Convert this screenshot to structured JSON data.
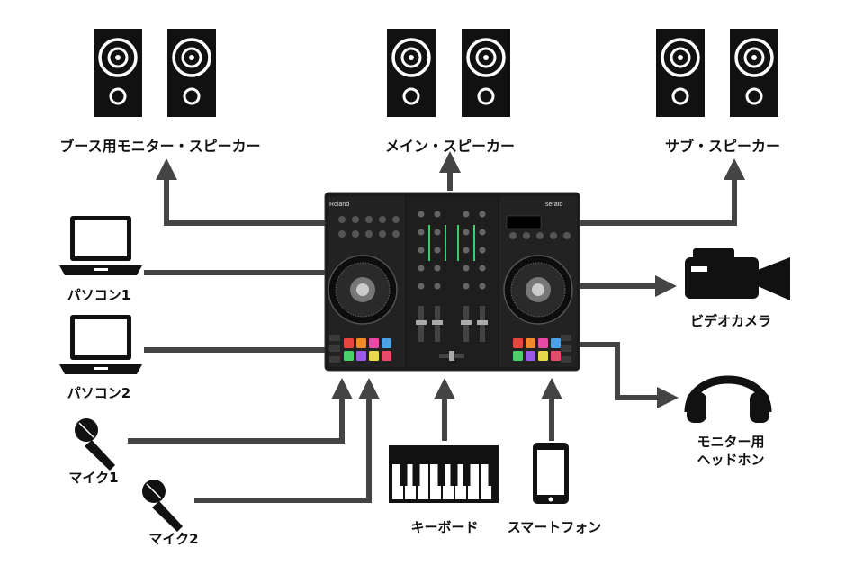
{
  "labels": {
    "booth_monitor_speakers": "ブース用モニター・スピーカー",
    "main_speakers": "メイン・スピーカー",
    "sub_speakers": "サブ・スピーカー",
    "pc1": "パソコン1",
    "pc2": "パソコン2",
    "video_camera": "ビデオカメラ",
    "monitor_headphones_line1": "モニター用",
    "monitor_headphones_line2": "ヘッドホン",
    "mic1": "マイク1",
    "mic2": "マイク2",
    "keyboard": "キーボード",
    "smartphone": "スマートフォン"
  },
  "controller": {
    "brand_left": "Roland",
    "brand_right": "serato"
  },
  "colors": {
    "line": "#444444",
    "device_black": "#111111",
    "pad_colors": [
      "#e8453c",
      "#f08a2c",
      "#e84aa8",
      "#4aa3e8",
      "#4ad06a",
      "#9b59e8",
      "#e8d84a",
      "#e84a6a"
    ]
  }
}
